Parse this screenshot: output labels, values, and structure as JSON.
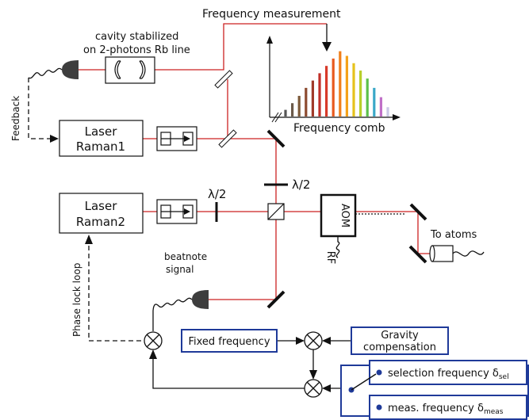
{
  "labels": {
    "frequency_measurement": "Frequency measurement",
    "cavity_line1": "cavity stabilized",
    "cavity_line2": "on 2-photons Rb line",
    "feedback": "Feedback",
    "laser1_line1": "Laser",
    "laser1_line2": "Raman1",
    "laser2_line1": "Laser",
    "laser2_line2": "Raman2",
    "frequency_comb": "Frequency comb",
    "half_wave_1": "λ/2",
    "half_wave_2": "λ/2",
    "aom": "AOM",
    "rf": "RF",
    "to_atoms": "To atoms",
    "beatnote_line1": "beatnote",
    "beatnote_line2": "signal",
    "phase_lock_loop": "Phase lock loop",
    "fixed_frequency": "Fixed frequency",
    "gravity_line1": "Gravity",
    "gravity_line2": "compensation",
    "selection_frequency": "selection frequency δ",
    "selection_sub": "sel",
    "meas_frequency": "meas. frequency δ",
    "meas_sub": "meas"
  },
  "comb_colors": [
    "#555555",
    "#6b5a4a",
    "#7d5a3a",
    "#8c4a2e",
    "#a03a2a",
    "#c03028",
    "#d83a2a",
    "#e85a1e",
    "#f07f1a",
    "#f4a21a",
    "#e6c21c",
    "#b7cf2a",
    "#5cc04a",
    "#3aa8c8",
    "#c070c8",
    "#c9c9e6"
  ],
  "comb_levels": [
    0.1,
    0.2,
    0.31,
    0.43,
    0.54,
    0.65,
    0.76,
    0.87,
    0.98,
    0.91,
    0.8,
    0.69,
    0.57,
    0.43,
    0.29,
    0.14
  ]
}
